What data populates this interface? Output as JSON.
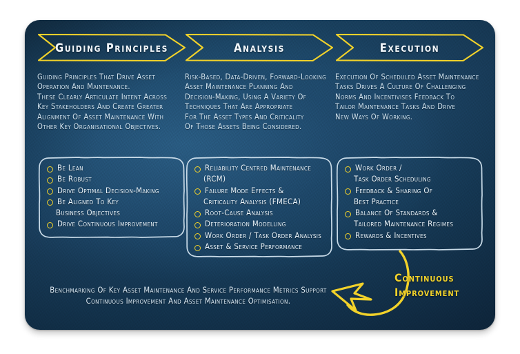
{
  "poster": {
    "columns": [
      {
        "id": "guiding-principles",
        "banner_label": "Guiding Principles",
        "paragraph_lines": [
          "Guiding Principles that drive asset",
          "operation and Maintenance.",
          "These clearly articulate intent across",
          "key stakeholders and create greater",
          "alignment of asset maintenance with",
          "other key organisational objectives."
        ],
        "bullets": [
          {
            "lines": [
              "Be Lean"
            ]
          },
          {
            "lines": [
              "Be Robust"
            ]
          },
          {
            "lines": [
              "Drive optimal decision-making"
            ]
          },
          {
            "lines": [
              "Be aligned to key",
              "business objectives"
            ]
          },
          {
            "lines": [
              "Drive continuous improvement"
            ]
          }
        ]
      },
      {
        "id": "analysis",
        "banner_label": "Analysis",
        "paragraph_lines": [
          "Risk-based, data-driven, forward-looking",
          "asset maintenance planning and",
          "decision-making, using a variety of",
          "techniques that are appropriate",
          "for the asset types and criticality",
          "of those assets being considered."
        ],
        "bullets": [
          {
            "lines": [
              "Reliability Centred Maintenance",
              "(RCM)"
            ]
          },
          {
            "lines": [
              "Failure Mode Effects &",
              "Criticality Analysis (FMECA)"
            ]
          },
          {
            "lines": [
              "Root-cause Analysis"
            ]
          },
          {
            "lines": [
              "Deterioration Modelling"
            ]
          },
          {
            "lines": [
              "Work Order / Task Order Analysis"
            ]
          },
          {
            "lines": [
              "Asset & Service Performance"
            ]
          }
        ]
      },
      {
        "id": "execution",
        "banner_label": "Execution",
        "paragraph_lines": [
          "Execution of scheduled asset maintenance",
          "tasks drives a culture of challenging",
          "norms and incentivises feedback to",
          "tailor maintenance tasks and drive",
          "new ways of working."
        ],
        "bullets": [
          {
            "lines": [
              "Work Order /",
              "Task Order Scheduling"
            ]
          },
          {
            "lines": [
              "Feedback & Sharing of",
              "Best Practice"
            ]
          },
          {
            "lines": [
              "Balance of Standards &",
              "Tailored Maintenance Regimes"
            ]
          },
          {
            "lines": [
              "Rewards & Incentives"
            ]
          }
        ]
      }
    ],
    "footer": {
      "line1": "Benchmarking of key asset maintenance and service performance metrics support",
      "line2": "continuous improvement and asset maintenance optimisation."
    },
    "continuous_improvement": {
      "line1": "Continuous",
      "line2": "Improvement",
      "arrow_icon": "curved-arrow-icon"
    },
    "colors": {
      "accent_yellow": "#f2d22a",
      "card_dark_blue": "#18405e",
      "text_light": "#e9f3fa",
      "box_outline": "#c9dbe8"
    }
  }
}
